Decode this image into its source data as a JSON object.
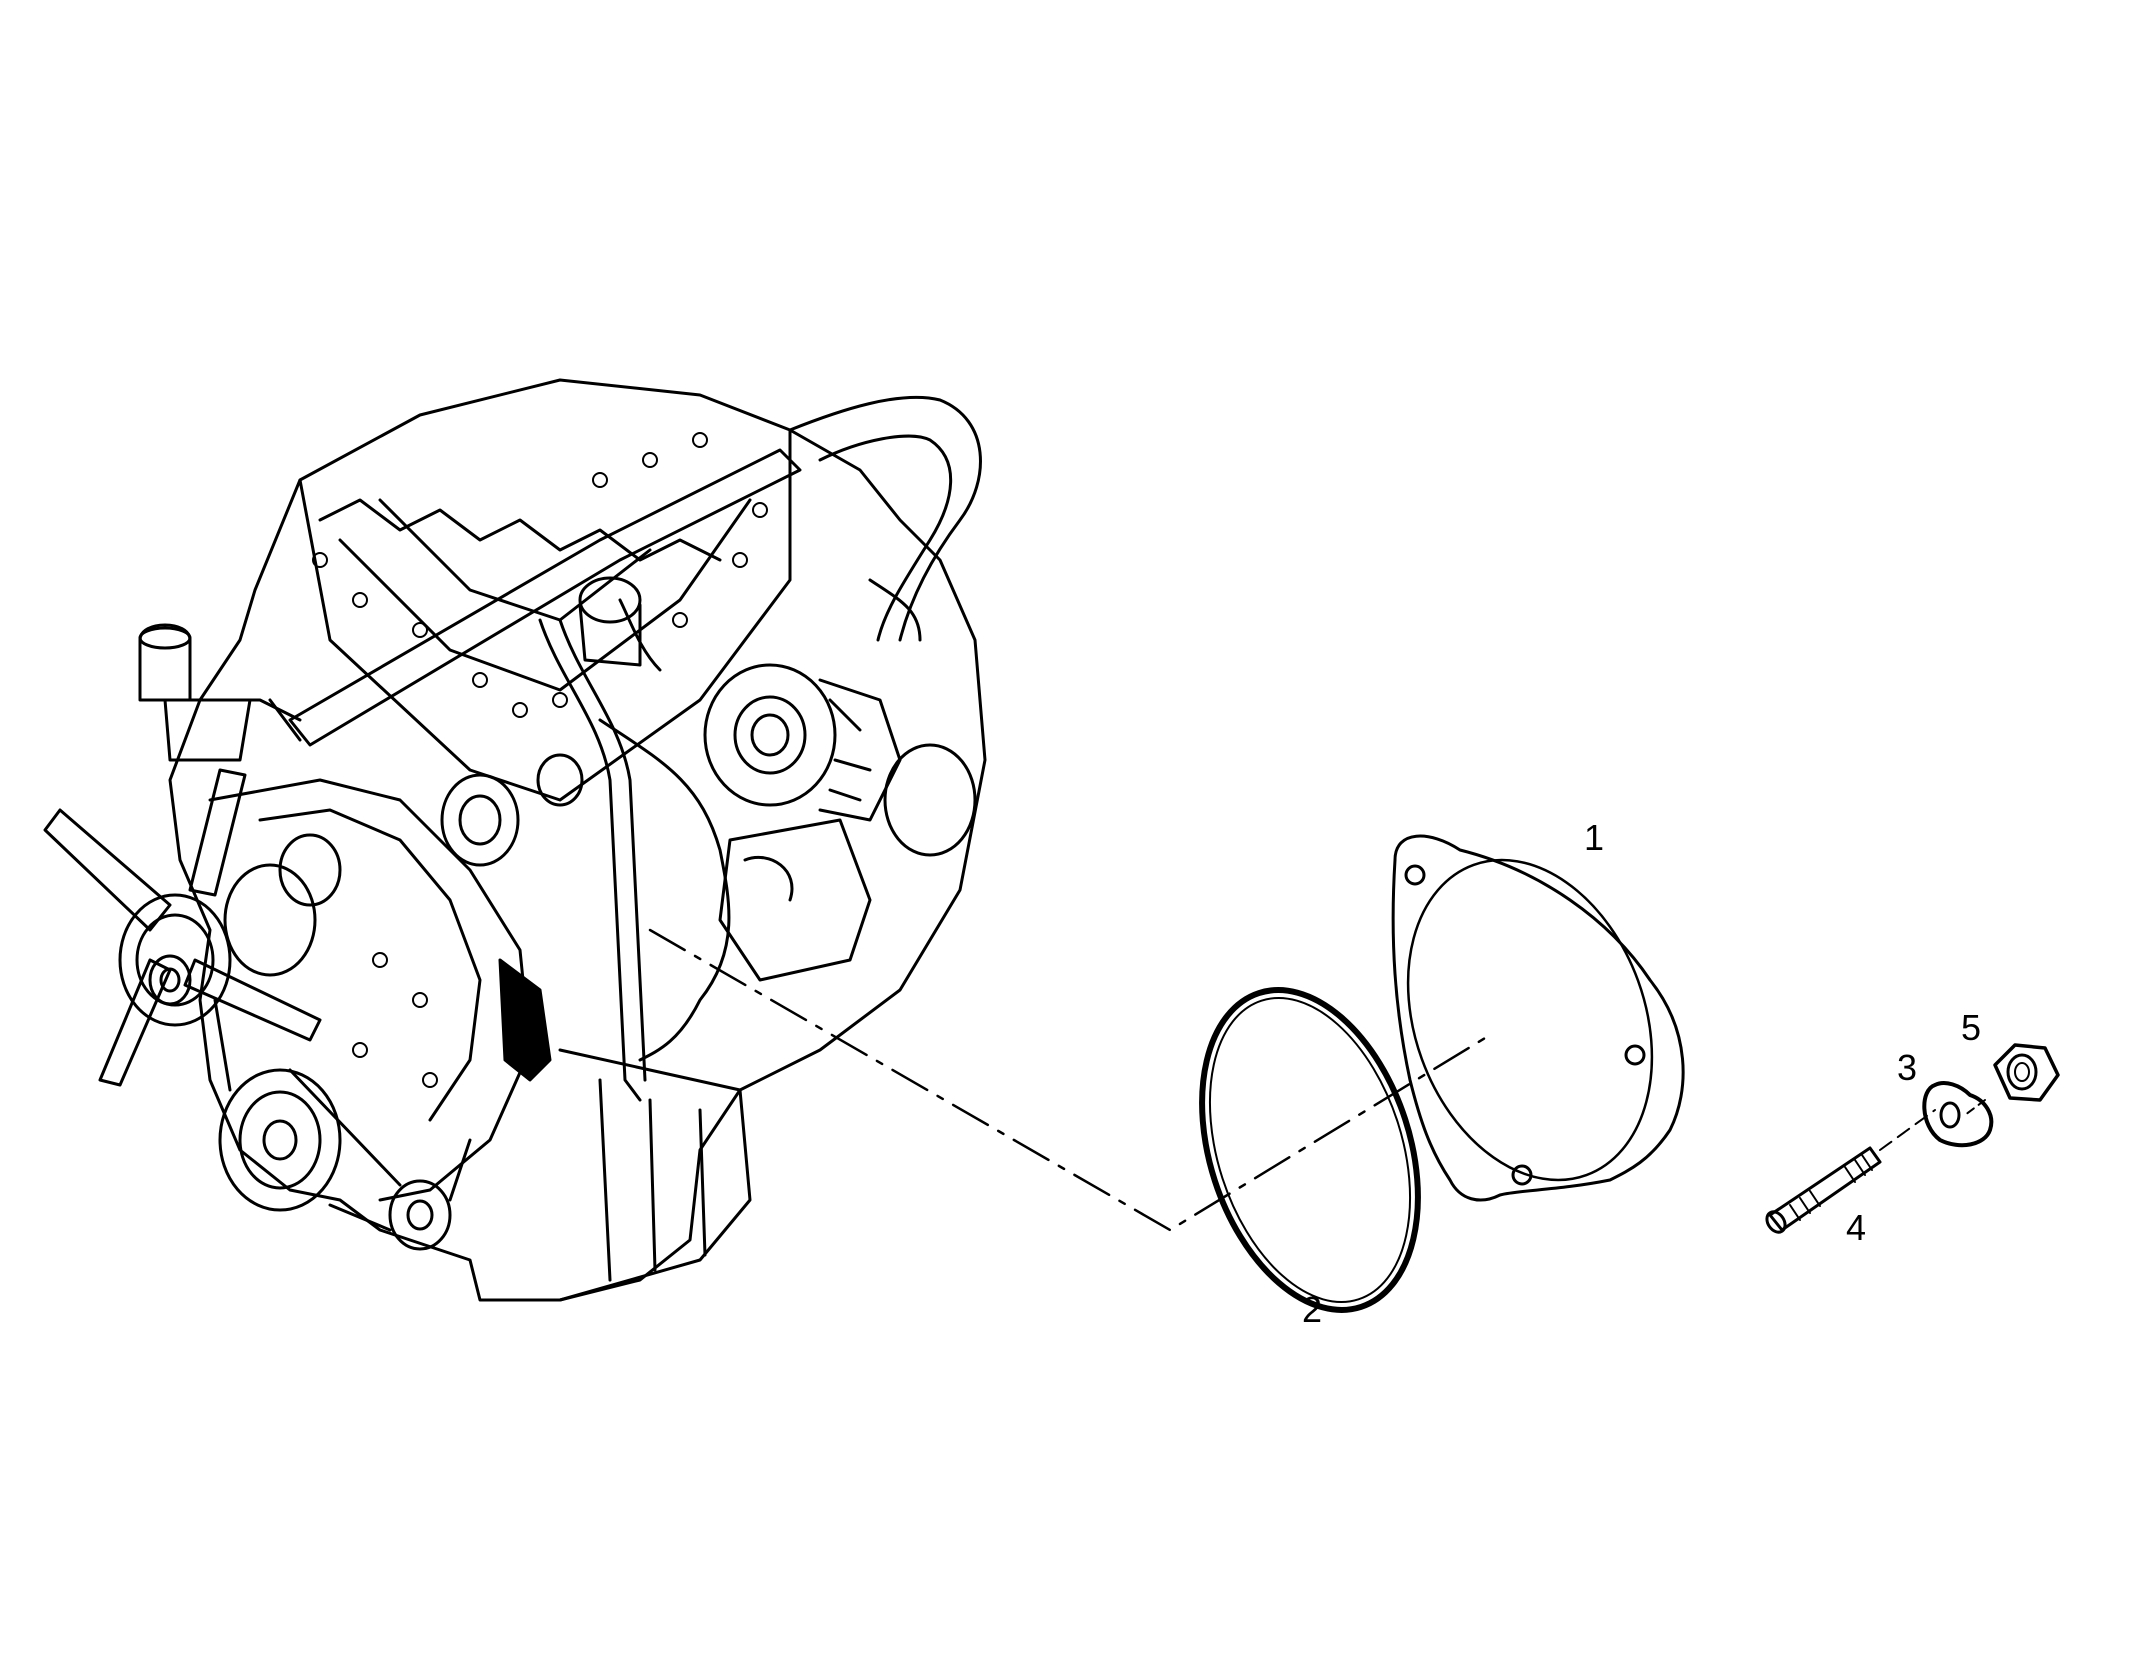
{
  "diagram": {
    "callouts": [
      {
        "id": "1"
      },
      {
        "id": "2"
      },
      {
        "id": "3"
      },
      {
        "id": "4"
      },
      {
        "id": "5"
      }
    ]
  }
}
